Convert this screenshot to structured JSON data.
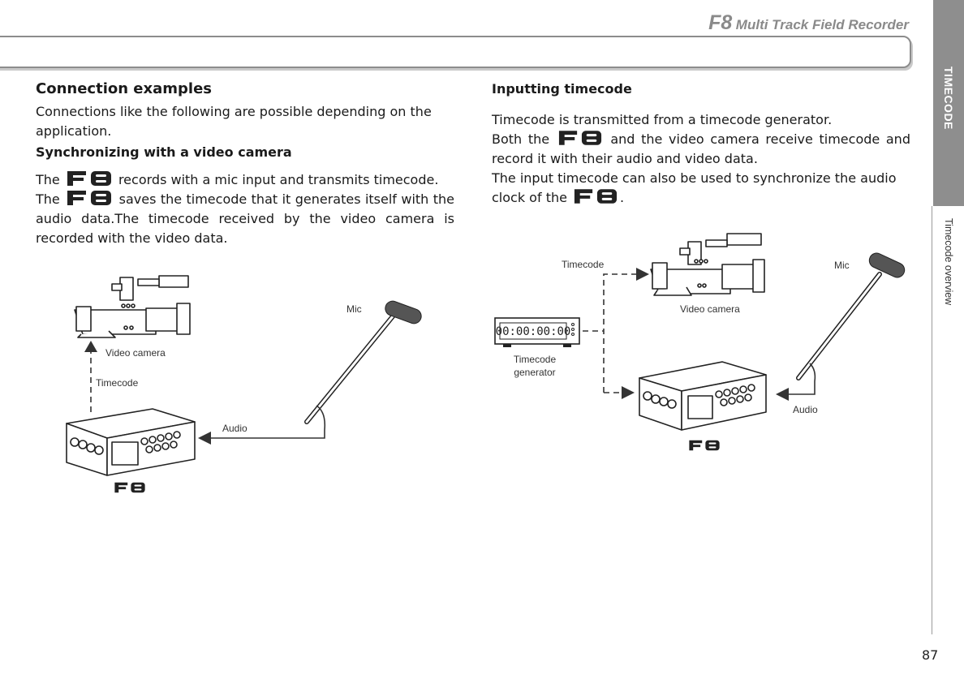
{
  "header": {
    "model": "F8",
    "subtitle": "Multi Track Field Recorder"
  },
  "side_tab": {
    "section": "TIMECODE",
    "subsection": "Timecode overview"
  },
  "page_number": "87",
  "left": {
    "heading": "Connection examples",
    "intro": "Connections like the following are possible depending on the application.",
    "subheading": "Synchronizing with a video camera",
    "p1_a": "The",
    "p1_b": "records with a mic input and transmits timecode.",
    "p2_a": "The",
    "p2_b": "saves the timecode that it generates itself with the audio data.The timecode received by the video camera is recorded with the video data.",
    "diagram": {
      "mic": "Mic",
      "video_camera": "Video camera",
      "timecode": "Timecode",
      "audio": "Audio"
    }
  },
  "right": {
    "heading": "Inputting timecode",
    "p1": "Timecode is transmitted from a timecode generator.",
    "p2_a": "Both the",
    "p2_b": "and the video camera receive timecode and record it with their audio and video data.",
    "p3_a": "The input timecode can also be used to synchronize the audio clock of the",
    "p3_b": ".",
    "diagram": {
      "timecode": "Timecode",
      "mic": "Mic",
      "video_camera": "Video camera",
      "generator_line1": "Timecode",
      "generator_line2": "generator",
      "generator_display": "00:00:00:00",
      "audio": "Audio"
    }
  }
}
